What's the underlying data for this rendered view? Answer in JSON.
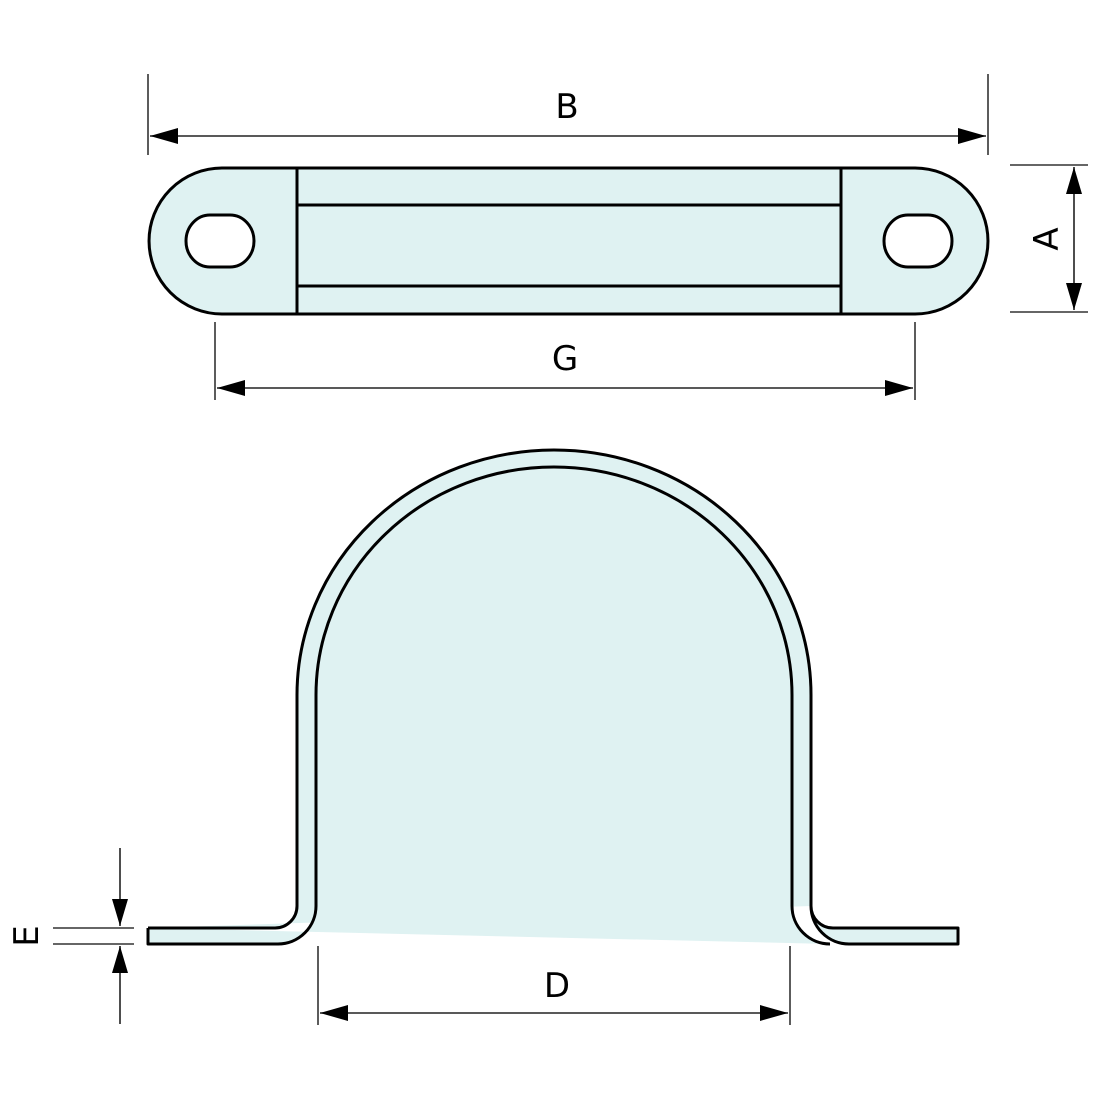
{
  "diagram": {
    "type": "technical-drawing",
    "subject": "two-hole pipe saddle clamp",
    "colors": {
      "part_fill": "#dff2f2",
      "outline": "#000000",
      "background": "#ffffff"
    },
    "views": {
      "top": {
        "name": "top view (flat strap with slotted mounting holes)"
      },
      "front": {
        "name": "front view (U-shaped saddle profile)"
      }
    },
    "dimensions": {
      "B": {
        "label": "B",
        "meaning": "overall length"
      },
      "A": {
        "label": "A",
        "meaning": "strap width"
      },
      "G": {
        "label": "G",
        "meaning": "hole center distance"
      },
      "D": {
        "label": "D",
        "meaning": "pipe diameter / inner saddle width"
      },
      "E": {
        "label": "E",
        "meaning": "material thickness"
      }
    }
  }
}
